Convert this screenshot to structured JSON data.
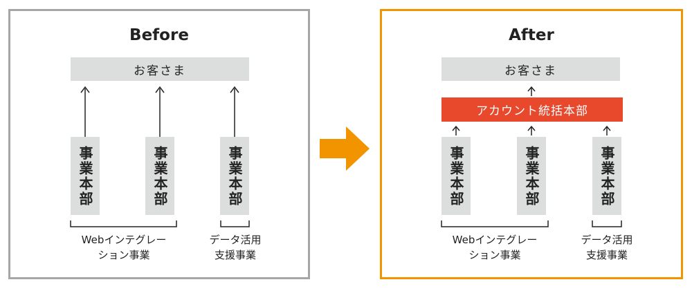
{
  "before": {
    "title": "Before",
    "customer": "お客さま",
    "units": [
      "事業本部",
      "事業本部",
      "事業本部"
    ],
    "groups": {
      "web_line1": "Webインテグレー",
      "web_line2": "ション事業",
      "data_line1": "データ活用",
      "data_line2": "支援事業"
    }
  },
  "after": {
    "title": "After",
    "customer": "お客さま",
    "account": "アカウント統括本部",
    "units": [
      "事業本部",
      "事業本部",
      "事業本部"
    ],
    "groups": {
      "web_line1": "Webインテグレー",
      "web_line2": "ション事業",
      "data_line1": "データ活用",
      "data_line2": "支援事業"
    }
  },
  "colors": {
    "before_border": "#a6a6a6",
    "after_border": "#f29400",
    "box_fill": "#dcdddd",
    "account_fill": "#e8482b",
    "transition_arrow": "#f29400"
  },
  "icons": {
    "transition": "right-arrow-icon"
  }
}
